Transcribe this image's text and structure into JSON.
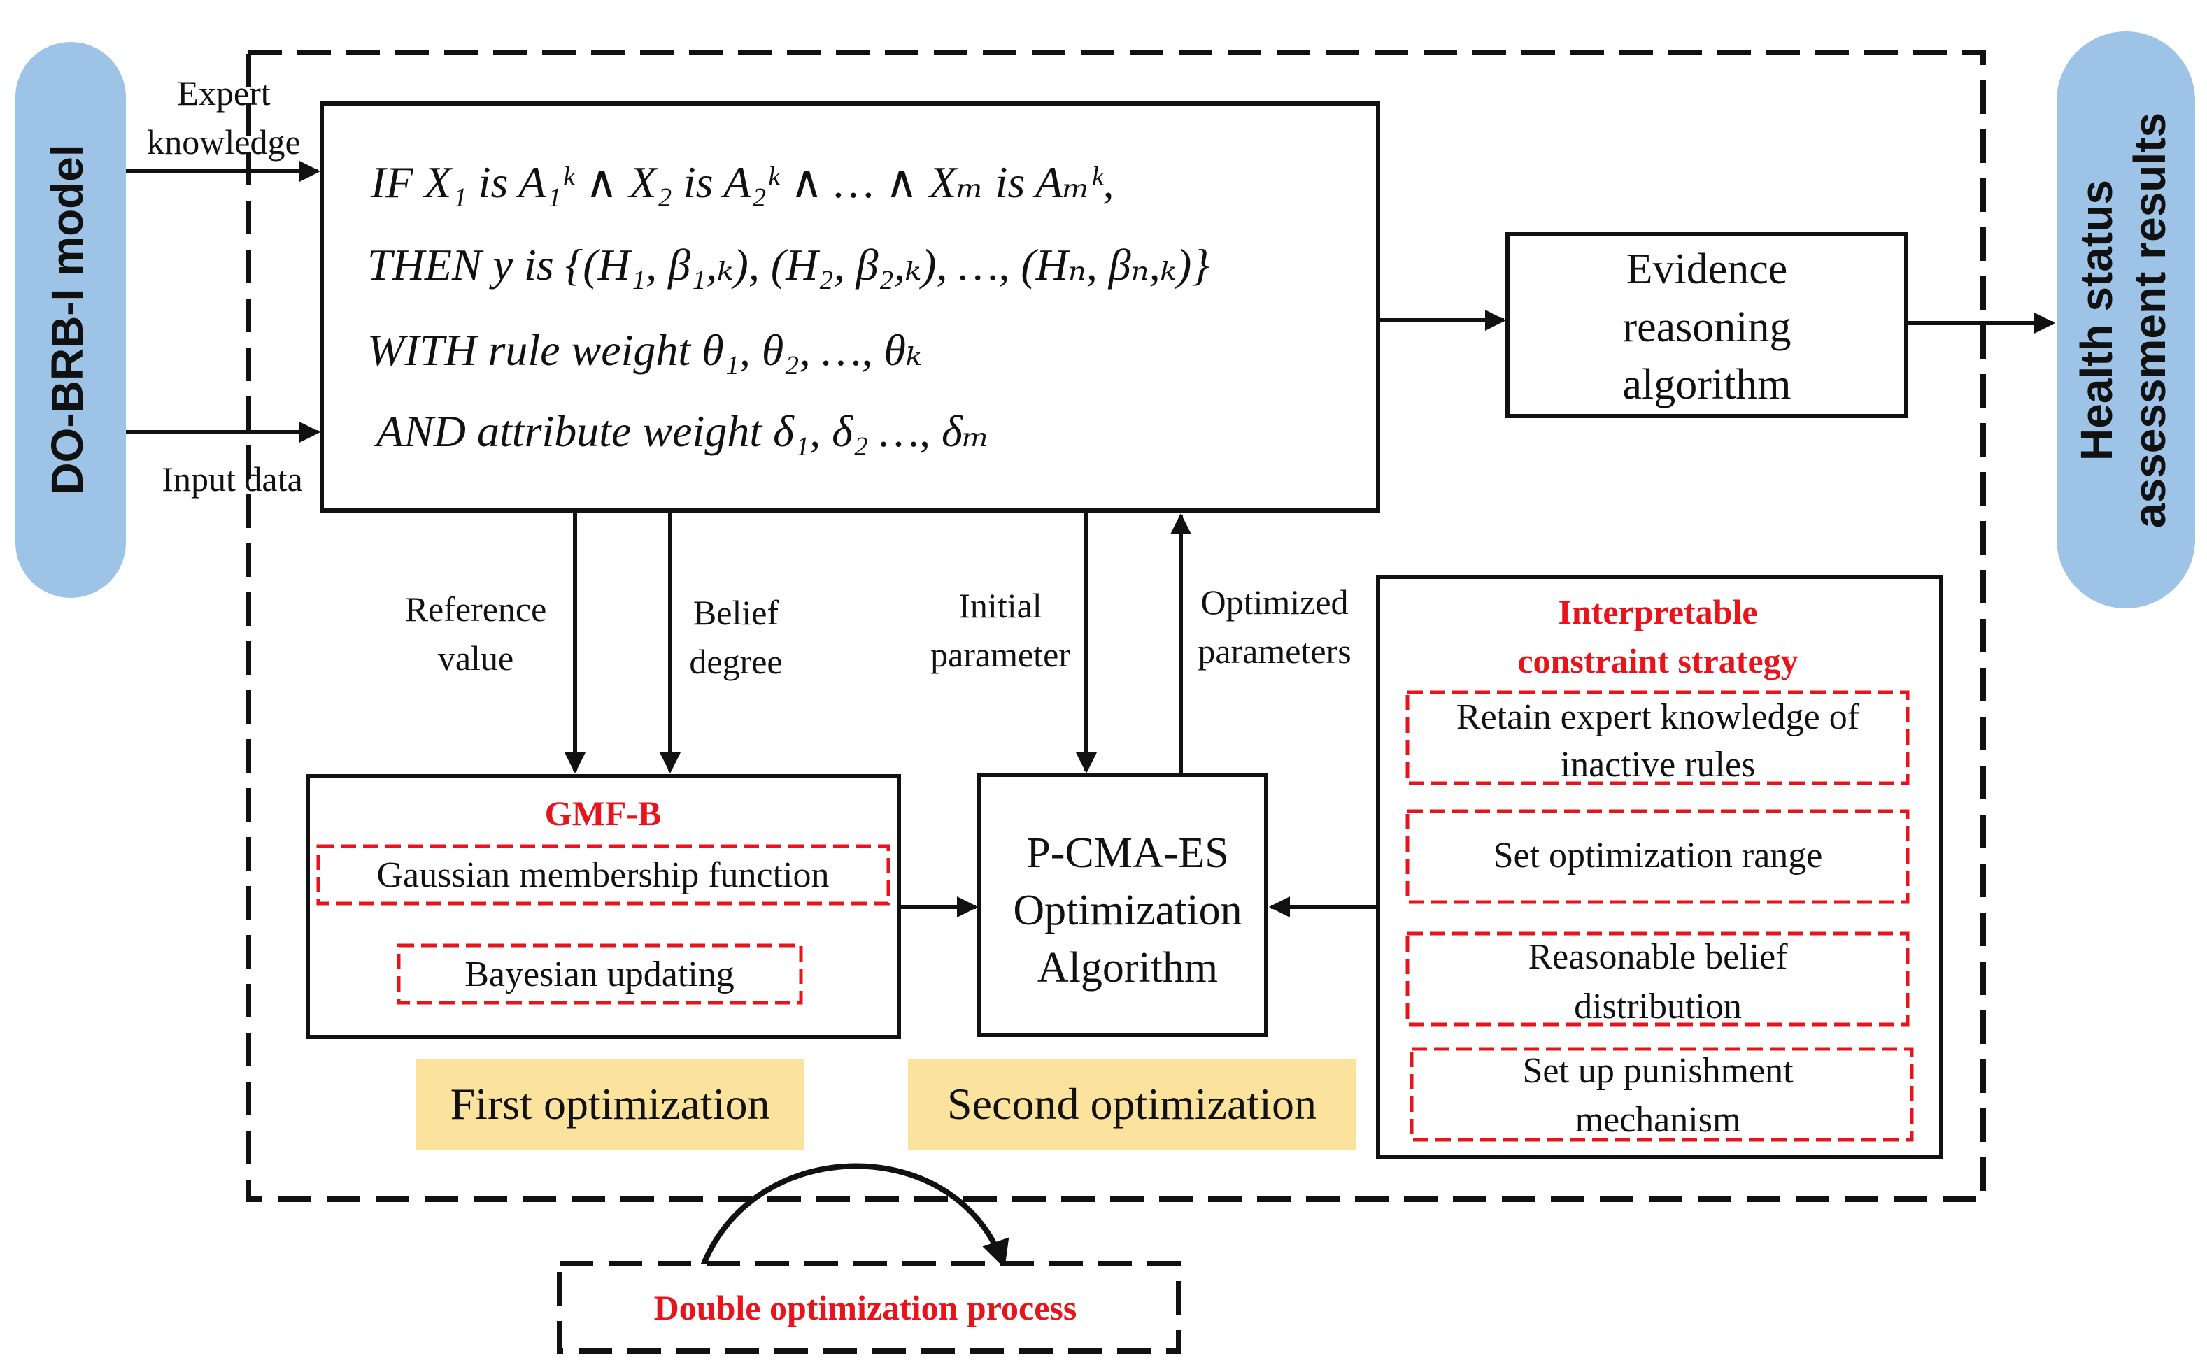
{
  "left_pill": {
    "text": "DO-BRB-I model",
    "color": "#9dc3e6"
  },
  "right_pill": {
    "line1": "Health status",
    "line2": "assessment results",
    "color": "#9dc3e6"
  },
  "inputs": {
    "expert_line1": "Expert",
    "expert_line2": "knowledge",
    "input_data": "Input data"
  },
  "rule_box": {
    "line1": "IF X₁ is A₁ᵏ ∧ X₂ is A₂ᵏ ∧ … ∧ Xₘ is Aₘᵏ,",
    "line2": "THEN y is {(H₁, β₁,ₖ), (H₂, β₂,ₖ), …, (Hₙ, βₙ,ₖ)}",
    "line3": "WITH rule weight θ₁, θ₂, …, θₖ",
    "line4": "AND attribute weight δ₁, δ₂ …, δₘ"
  },
  "evidence_box": {
    "line1": "Evidence",
    "line2": "reasoning",
    "line3": "algorithm"
  },
  "flow_labels": {
    "reference_line1": "Reference",
    "reference_line2": "value",
    "belief_line1": "Belief",
    "belief_line2": "degree",
    "initial_line1": "Initial",
    "initial_line2": "parameter",
    "optimized_line1": "Optimized",
    "optimized_line2": "parameters"
  },
  "gmf_box": {
    "title": "GMF-B",
    "item1": "Gaussian membership function",
    "item2": "Bayesian updating"
  },
  "pcma_box": {
    "line1": "P-CMA-ES",
    "line2": "Optimization",
    "line3": "Algorithm"
  },
  "constraint_box": {
    "title_line1": "Interpretable",
    "title_line2": "constraint strategy",
    "item1_line1": "Retain expert knowledge of",
    "item1_line2": "inactive rules",
    "item2": "Set optimization range",
    "item3_line1": "Reasonable belief",
    "item3_line2": "distribution",
    "item4_line1": "Set up punishment",
    "item4_line2": "mechanism"
  },
  "optimization_labels": {
    "first": "First optimization",
    "second": "Second optimization",
    "color": "#fbe29d"
  },
  "double_box": {
    "text": "Double optimization process"
  },
  "colors": {
    "accent_red": "#e8141c",
    "ink": "#111111"
  }
}
